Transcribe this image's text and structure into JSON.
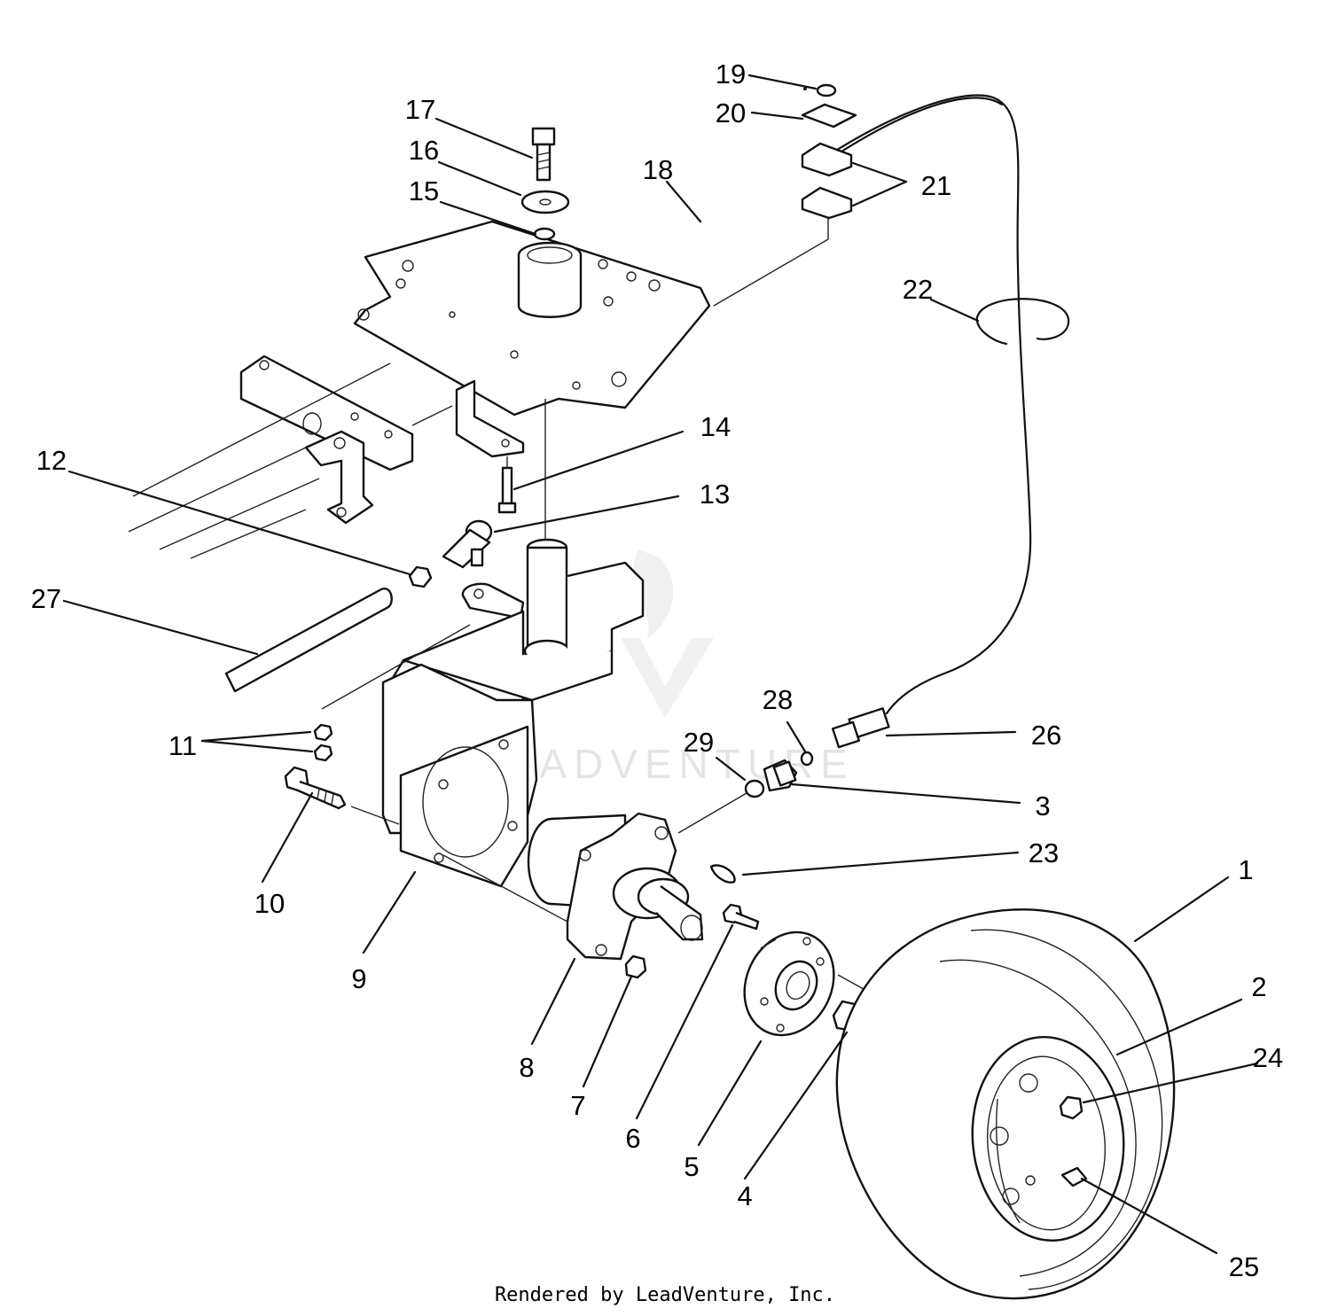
{
  "diagram": {
    "callouts": [
      {
        "n": "1",
        "label": "1"
      },
      {
        "n": "2",
        "label": "2"
      },
      {
        "n": "3",
        "label": "3"
      },
      {
        "n": "4",
        "label": "4"
      },
      {
        "n": "5",
        "label": "5"
      },
      {
        "n": "6",
        "label": "6"
      },
      {
        "n": "7",
        "label": "7"
      },
      {
        "n": "8",
        "label": "8"
      },
      {
        "n": "9",
        "label": "9"
      },
      {
        "n": "10",
        "label": "10"
      },
      {
        "n": "11",
        "label": "11"
      },
      {
        "n": "12",
        "label": "12"
      },
      {
        "n": "13",
        "label": "13"
      },
      {
        "n": "14",
        "label": "14"
      },
      {
        "n": "15",
        "label": "15"
      },
      {
        "n": "16",
        "label": "16"
      },
      {
        "n": "17",
        "label": "17"
      },
      {
        "n": "18",
        "label": "18"
      },
      {
        "n": "19",
        "label": "19"
      },
      {
        "n": "20",
        "label": "20"
      },
      {
        "n": "21",
        "label": "21"
      },
      {
        "n": "22",
        "label": "22"
      },
      {
        "n": "23",
        "label": "23"
      },
      {
        "n": "24",
        "label": "24"
      },
      {
        "n": "25",
        "label": "25"
      },
      {
        "n": "26",
        "label": "26"
      },
      {
        "n": "27",
        "label": "27"
      },
      {
        "n": "28",
        "label": "28"
      },
      {
        "n": "29",
        "label": "29"
      }
    ],
    "watermark_text": "LEADVENTURE",
    "footer": "Rendered by LeadVenture, Inc."
  }
}
